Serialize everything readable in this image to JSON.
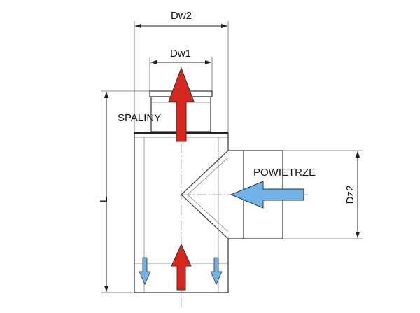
{
  "labels": {
    "dw2": "Dw2",
    "dw1": "Dw1",
    "spaliny": "SPALINY",
    "powietrze": "POWIETRZE",
    "dz2": "Dz2",
    "l": "L"
  },
  "colors": {
    "flue_arrow": "#d7261e",
    "air_arrow": "#6fb3e8",
    "outline": "#333333"
  },
  "icons": {
    "flue_gas_arrow": "arrow-up-red",
    "air_inlet_arrow": "arrow-left-blue",
    "condensate_arrow": "arrow-down-blue"
  }
}
